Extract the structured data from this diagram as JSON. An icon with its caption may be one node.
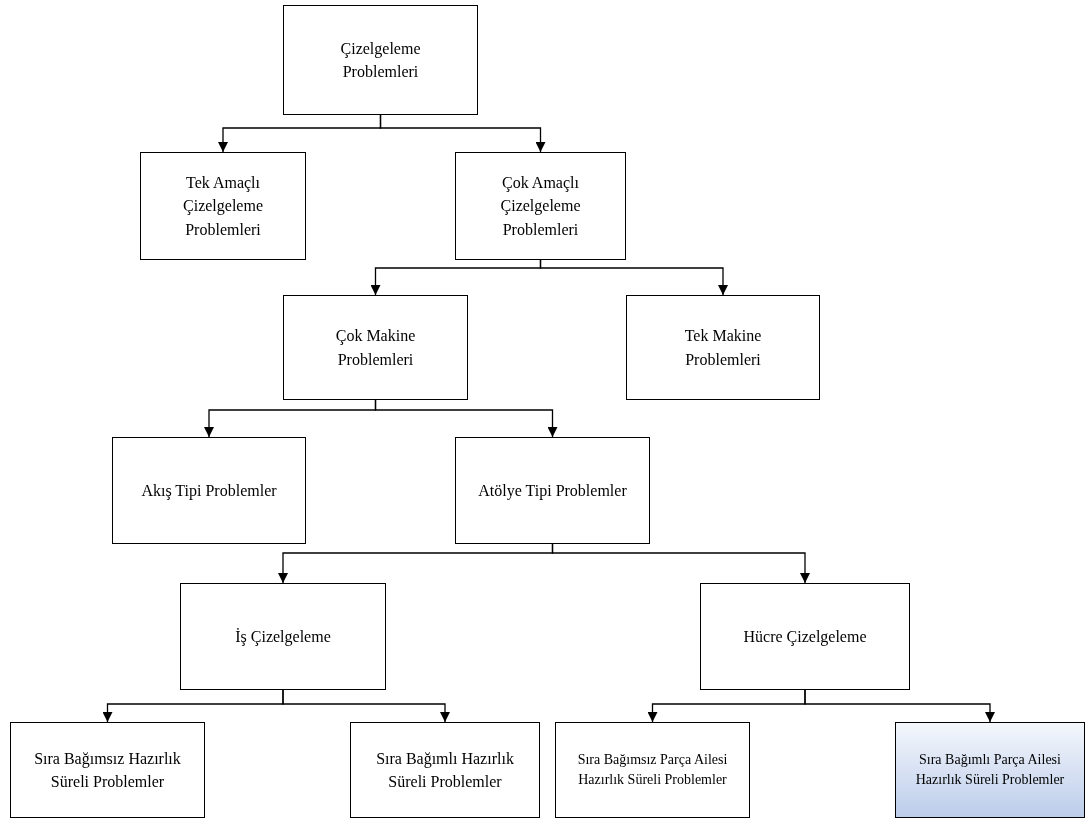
{
  "diagram": {
    "nodes": [
      {
        "text": [
          "Çizelgeleme Problemleri"
        ]
      },
      {
        "text": [
          "Tek Amaçlı Çizelgeleme Problemleri"
        ]
      },
      {
        "text": [
          "Çok Amaçlı Çizelgeleme Problemleri"
        ]
      },
      {
        "text": [
          "Çok Makine Problemleri"
        ]
      },
      {
        "text": [
          "Tek Makine Problemleri"
        ]
      },
      {
        "text": [
          "Akış Tipi Problemler"
        ]
      },
      {
        "text": [
          "Atölye Tipi Problemler"
        ]
      },
      {
        "text": [
          "İş Çizelgeleme"
        ]
      },
      {
        "text": [
          "Hücre Çizelgeleme"
        ]
      },
      {
        "text": [
          "Sıra Bağımsız Hazırlık Süreli Problemler"
        ]
      },
      {
        "text": [
          "Sıra Bağımlı Hazırlık Süreli Problemler"
        ]
      },
      {
        "text": [
          "Sıra Bağımsız Parça Ailesi Hazırlık Süreli Problemler"
        ]
      },
      {
        "text": [
          "Sıra Bağımlı Parça Ailesi Hazırlık Süreli Problemler"
        ]
      }
    ],
    "edges": [
      {
        "from": 0,
        "to": 1,
        "arrow": "to"
      },
      {
        "from": 0,
        "to": 2,
        "arrow": "to"
      },
      {
        "from": 2,
        "to": 3,
        "arrow": "to"
      },
      {
        "from": 2,
        "to": 4,
        "arrow": "to"
      },
      {
        "from": 3,
        "to": 5,
        "arrow": "to"
      },
      {
        "from": 3,
        "to": 6,
        "arrow": "to"
      },
      {
        "from": 6,
        "to": 7,
        "arrow": "to"
      },
      {
        "from": 6,
        "to": 8,
        "arrow": "to"
      },
      {
        "from": 7,
        "to": 9,
        "arrow": "to"
      },
      {
        "from": 7,
        "to": 10,
        "arrow": "to"
      },
      {
        "from": 8,
        "to": 11,
        "arrow": "to"
      },
      {
        "from": 8,
        "to": 12,
        "arrow": "to"
      }
    ]
  }
}
